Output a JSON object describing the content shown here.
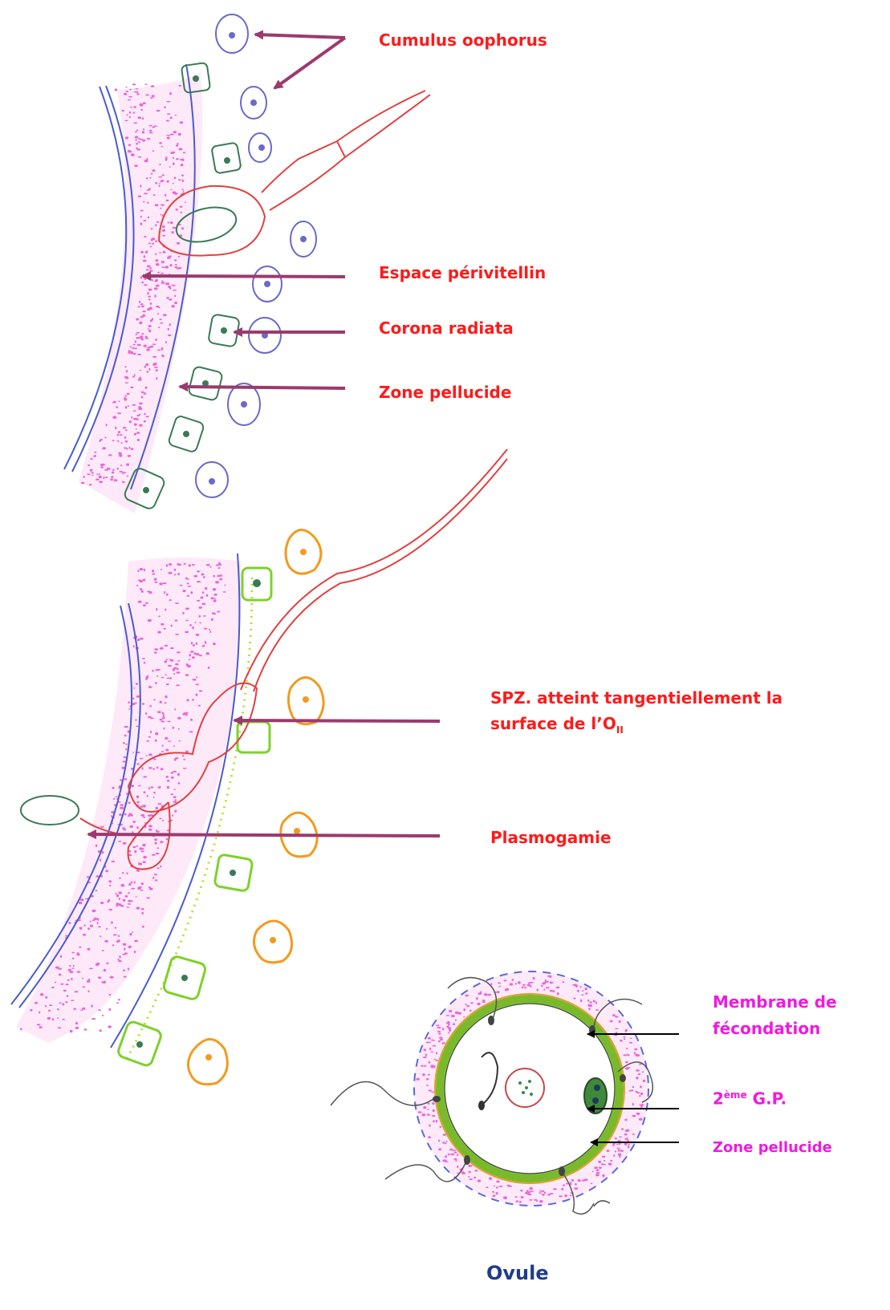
{
  "labels": {
    "cumulus": "Cumulus oophorus",
    "perivitellin": "Espace périvitellin",
    "corona": "Corona radiata",
    "zone_pellucide_top": "Zone pellucide",
    "spz_line1": "SPZ. atteint tangentiellement la",
    "spz_line2_prefix": "surface de l’O",
    "spz_line2_sub": "II",
    "plasmogamie": "Plasmogamie",
    "membrane_line1": "Membrane de",
    "membrane_line2": "fécondation",
    "gp_prefix": "2",
    "gp_sup": "ème",
    "gp_suffix": " G.P.",
    "zone_pellucide_bottom": "Zone pellucide",
    "ovule": "Ovule"
  },
  "colors": {
    "red_label": "#ff1a1a",
    "magenta_label": "#f019e0",
    "arrow_plum": "#9b3a6e",
    "membrane_blue": "#4a5bd0",
    "pellucid_pink": "#e86ad8",
    "corona_green": "#3a7a55",
    "sperm_red": "#e24040",
    "cumulus_violet": "#6a6ac8",
    "corona_lime": "#7ed12b",
    "orange_cell": "#f39a1e",
    "ovule_blue": "#1f3c8a"
  }
}
